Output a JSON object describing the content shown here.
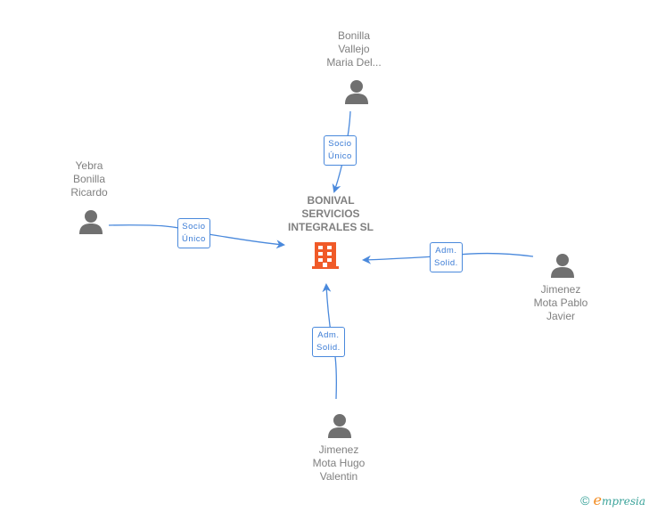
{
  "company": {
    "name_lines": [
      "BONIVAL",
      "SERVICIOS",
      "INTEGRALES SL"
    ],
    "icon": "building-icon",
    "icon_color": "#f05a28"
  },
  "persons": [
    {
      "id": "top",
      "name_lines": [
        "Bonilla",
        "Vallejo",
        "Maria Del..."
      ],
      "icon": "person-icon"
    },
    {
      "id": "left",
      "name_lines": [
        "Yebra",
        "Bonilla",
        "Ricardo"
      ],
      "icon": "person-icon"
    },
    {
      "id": "right",
      "name_lines": [
        "Jimenez",
        "Mota Pablo",
        "Javier"
      ],
      "icon": "person-icon"
    },
    {
      "id": "bottom",
      "name_lines": [
        "Jimenez",
        "Mota Hugo",
        "Valentin"
      ],
      "icon": "person-icon"
    }
  ],
  "relations": [
    {
      "from": "top",
      "label_lines": [
        "Socio",
        "Único"
      ]
    },
    {
      "from": "left",
      "label_lines": [
        "Socio",
        "Único"
      ]
    },
    {
      "from": "right",
      "label_lines": [
        "Adm.",
        "Solid."
      ]
    },
    {
      "from": "bottom",
      "label_lines": [
        "Adm.",
        "Solid."
      ]
    }
  ],
  "colors": {
    "edge": "#4a89dc",
    "person_icon": "#707070",
    "text": "#808080"
  },
  "brand": {
    "copyright": "©",
    "name_initial": "e",
    "name_rest": "mpresia"
  }
}
